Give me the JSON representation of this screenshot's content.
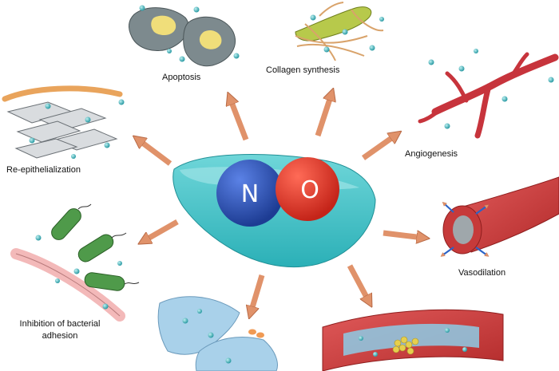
{
  "molecule": {
    "atom_n": "N",
    "atom_o": "O",
    "colors": {
      "n": "#2a4fb0",
      "o": "#e2382c",
      "dish": "#3ec1c6"
    }
  },
  "effects": {
    "apoptosis": "Apoptosis",
    "collagen": "Collagen synthesis",
    "reepithelialization": "Re-epithelialization",
    "angiogenesis": "Angiogenesis",
    "vasodilation": "Vasodilation",
    "inhibition": "Inhibition of bacterial adhesion"
  },
  "arrow_color": "#e0926a"
}
